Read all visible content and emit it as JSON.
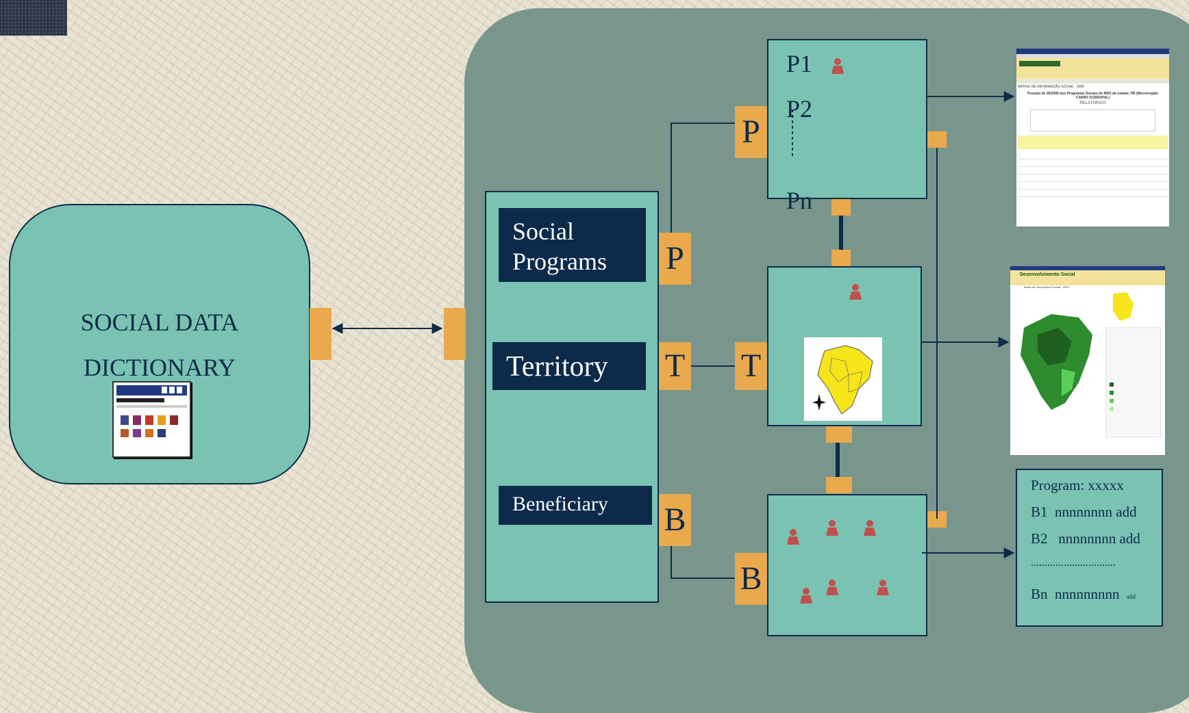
{
  "dictionary": {
    "line1": "SOCIAL DATA",
    "line2": "DICTIONARY"
  },
  "entities": {
    "social_programs_line1": "Social",
    "social_programs_line2": "Programs",
    "territory": "Territory",
    "beneficiary": "Beneficiary"
  },
  "connectors": {
    "p": "P",
    "t": "T",
    "b": "B"
  },
  "programs_box": {
    "p1": "P1",
    "p2": "P2",
    "pn": "Pn"
  },
  "screenshot_report": {
    "title": "MATRIZ DE INFORMAÇÃO SOCIAL - 2005",
    "heading": "Posição de 06/2005 dos Programas Sociais do MDS do estado: PB (Microrregião CARIRI OCIDENTAL)",
    "section": "RELATÓRIOS"
  },
  "screenshot_map": {
    "title": "Desenvolvimento Social",
    "subtitle": "Matriz de Informações Sociais - MDS"
  },
  "program_list": {
    "header": "Program: xxxxx",
    "b1_id": "B1",
    "b1_value": "nnnnnnnn add",
    "b2_id": "B2",
    "b2_value": "nnnnnnnn add",
    "dots": "...............................",
    "bn_id": "Bn",
    "bn_value": "nnnnnnnnn",
    "bn_suffix": "add"
  },
  "colors": {
    "teal": "#7ac3b3",
    "panel": "#78968c",
    "navy": "#0c2a4a",
    "orange": "#e9a94c",
    "person": "#c0504d"
  },
  "icons": [
    "window-app-icon",
    "person-icon",
    "brazil-map-icon",
    "compass-icon"
  ]
}
